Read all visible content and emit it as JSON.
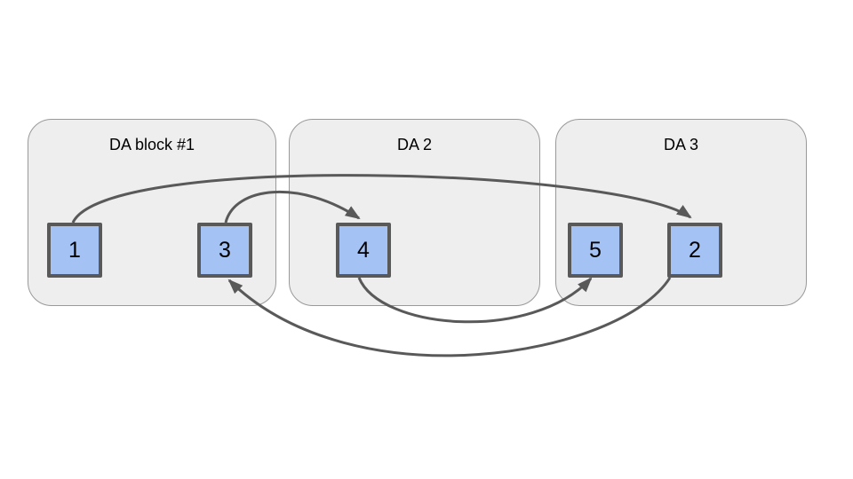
{
  "diagram": {
    "background": "#ffffff",
    "blocks": [
      {
        "id": "block-1",
        "label": "DA block #1",
        "nodes": [
          {
            "id": "1",
            "label": "1"
          },
          {
            "id": "3",
            "label": "3"
          }
        ]
      },
      {
        "id": "block-2",
        "label": "DA 2",
        "nodes": [
          {
            "id": "4",
            "label": "4"
          }
        ]
      },
      {
        "id": "block-3",
        "label": "DA 3",
        "nodes": [
          {
            "id": "5",
            "label": "5"
          },
          {
            "id": "2",
            "label": "2"
          }
        ]
      }
    ],
    "edges": [
      {
        "from": "1",
        "to": "2",
        "route": "over-the-top"
      },
      {
        "from": "3",
        "to": "4",
        "route": "over-the-top"
      },
      {
        "from": "4",
        "to": "5",
        "route": "under-the-bottom"
      },
      {
        "from": "2",
        "to": "3",
        "route": "under-the-bottom"
      }
    ],
    "colors": {
      "block_fill": "#eeeeee",
      "block_border": "#999999",
      "node_fill": "#a4c2f4",
      "node_border": "#595959",
      "arrow": "#595959",
      "text": "#000000"
    }
  }
}
